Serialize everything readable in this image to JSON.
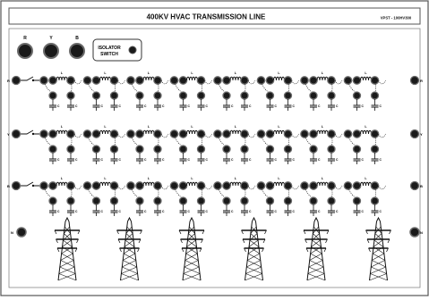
{
  "panel": {
    "title": "400KV HVAC TRANSMISSION LINE",
    "model": "VPST - 100HV300"
  },
  "sources": [
    {
      "label": "R"
    },
    {
      "label": "Y"
    },
    {
      "label": "B"
    }
  ],
  "isolator": {
    "line1": "ISOLATOR",
    "line2": "SWITCH"
  },
  "phases": [
    {
      "label": "R",
      "out_label": "R"
    },
    {
      "label": "Y",
      "out_label": "Y"
    },
    {
      "label": "B",
      "out_label": "B"
    }
  ],
  "neutral": {
    "label": "N",
    "out_label": "N"
  },
  "section_labels": {
    "inductor": "L",
    "capacitor": "C"
  },
  "sections_per_phase": 8,
  "towers": 6,
  "colors": {
    "line": "#111111",
    "terminal_fill": "#1a1a1a",
    "terminal_ring": "#6a6a6a",
    "panel_border": "#555555"
  }
}
